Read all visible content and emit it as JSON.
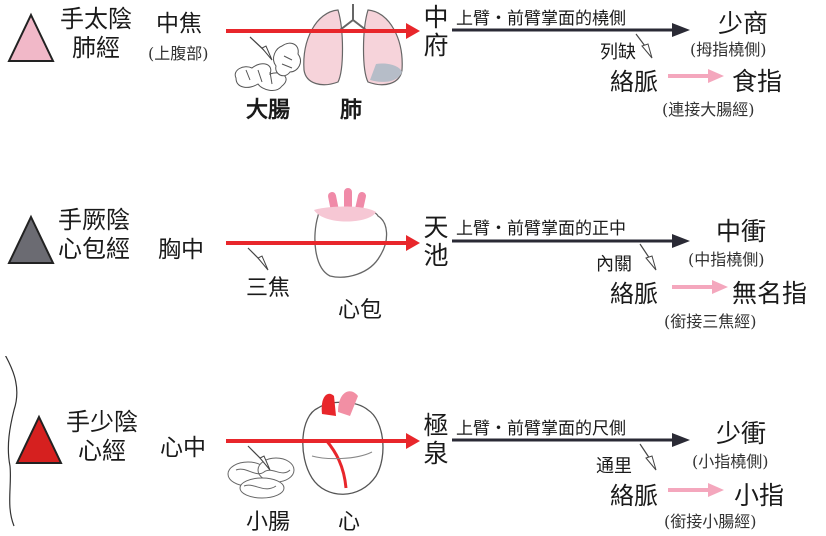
{
  "meridians": [
    {
      "name_line1": "手太陰",
      "name_line2": "肺經",
      "origin": "中焦",
      "origin_note": "(上腹部)",
      "organ_left": "大腸",
      "organ_right": "肺",
      "start_point_line1": "中",
      "start_point_line2": "府",
      "path": "上臂・前臂掌面的橈側",
      "end_point": "少商",
      "end_point_note": "(拇指橈側)",
      "connect_point": "列缺",
      "branch": "絡脈",
      "branch_target": "食指",
      "branch_note": "(連接大腸經)",
      "triangle_color": "#f1b8c8"
    },
    {
      "name_line1": "手厥陰",
      "name_line2": "心包經",
      "origin": "胸中",
      "origin_note": "",
      "organ_left": "三焦",
      "organ_right": "心包",
      "start_point_line1": "天",
      "start_point_line2": "池",
      "path": "上臂・前臂掌面的正中",
      "end_point": "中衝",
      "end_point_note": "(中指橈側)",
      "connect_point": "內關",
      "branch": "絡脈",
      "branch_target": "無名指",
      "branch_note": "(銜接三焦經)",
      "triangle_color": "#6b6b72"
    },
    {
      "name_line1": "手少陰",
      "name_line2": "心經",
      "origin": "心中",
      "origin_note": "",
      "organ_left": "小腸",
      "organ_right": "心",
      "start_point_line1": "極",
      "start_point_line2": "泉",
      "path": "上臂・前臂掌面的尺側",
      "end_point": "少衝",
      "end_point_note": "(小指橈側)",
      "connect_point": "通里",
      "branch": "絡脈",
      "branch_target": "小指",
      "branch_note": "(銜接小腸經)",
      "triangle_color": "#d6201f"
    }
  ],
  "colors": {
    "red_line": "#e8262b",
    "dark_arrow": "#2a2a35",
    "pink_arrow": "#f4a7bd"
  }
}
